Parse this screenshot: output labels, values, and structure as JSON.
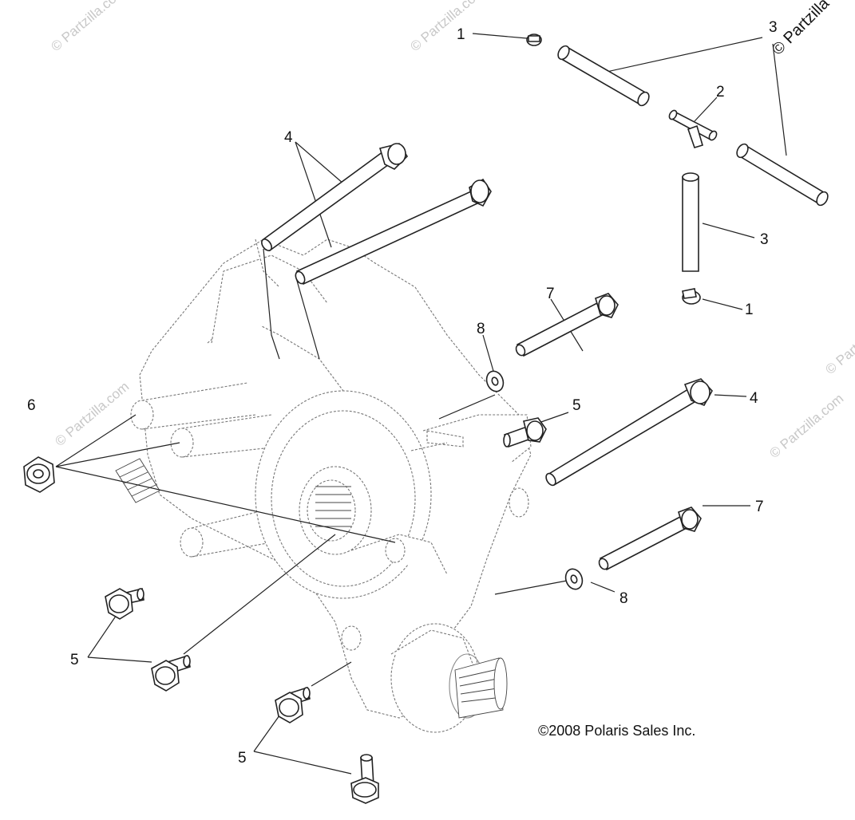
{
  "diagram": {
    "copyright": "©2008 Polaris Sales Inc.",
    "watermark_main": "© Partzilla",
    "watermark_faint": "© Partzilla.com",
    "callouts": {
      "c1a": "1",
      "c1b": "1",
      "c2": "2",
      "c3a": "3",
      "c3b": "3",
      "c4a": "4",
      "c4b": "4",
      "c5a": "5",
      "c5b": "5",
      "c5c": "5",
      "c6": "6",
      "c7a": "7",
      "c7b": "7",
      "c8a": "8",
      "c8b": "8"
    }
  }
}
